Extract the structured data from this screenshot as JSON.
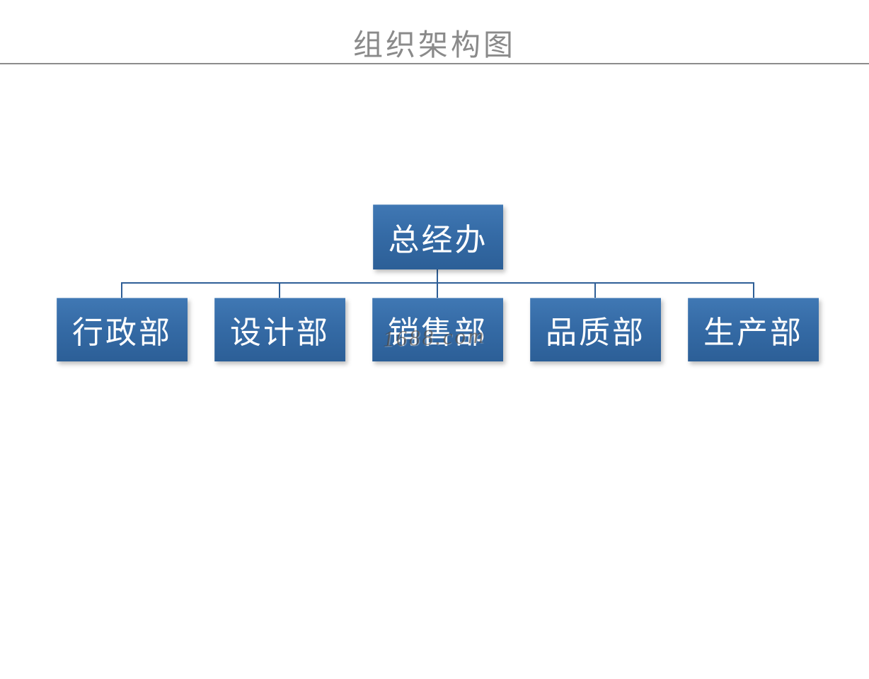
{
  "page": {
    "title": "组织架构图",
    "watermark": "1688.com"
  },
  "org": {
    "root": {
      "label": "总经办"
    },
    "children": [
      {
        "label": "行政部"
      },
      {
        "label": "设计部"
      },
      {
        "label": "销售部"
      },
      {
        "label": "品质部"
      },
      {
        "label": "生产部"
      }
    ]
  },
  "colors": {
    "node_gradient_top": "#4078b4",
    "node_gradient_bottom": "#2c5f97",
    "node_text": "#ffffff",
    "connector": "#2f5f97",
    "title_text": "#8a8a8a",
    "divider": "#8c8c8c",
    "watermark_text": "rgba(70,62,55,0.62)",
    "background": "#ffffff"
  }
}
